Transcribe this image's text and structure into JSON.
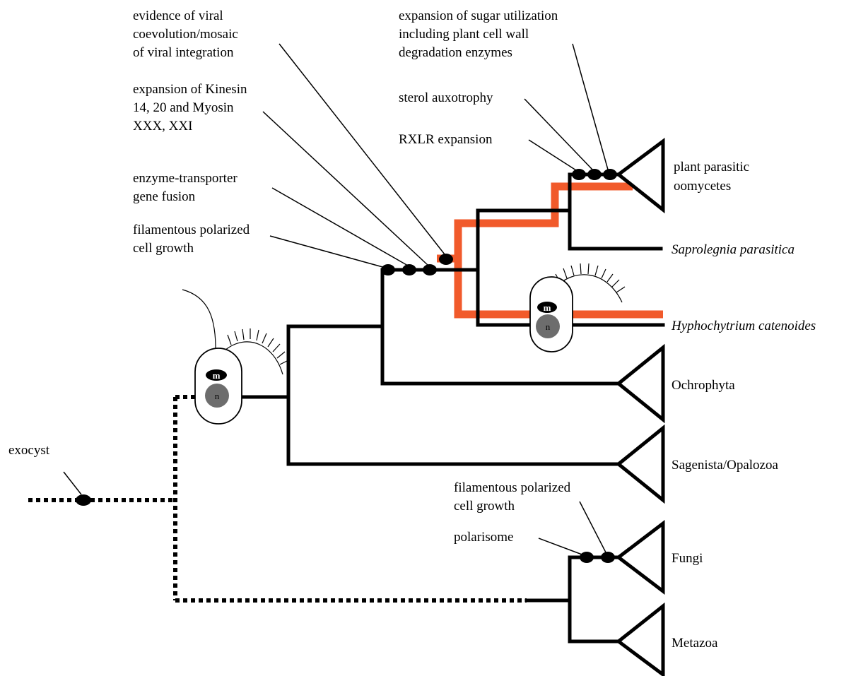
{
  "taxa": {
    "plant_parasitic_line1": "plant parasitic",
    "plant_parasitic_line2": "oomycetes",
    "saprolegnia": "Saprolegnia parasitica",
    "hyphochytrium": "Hyphochytrium catenoides",
    "ochrophyta": "Ochrophyta",
    "sagenista": "Sagenista/Opalozoa",
    "fungi": "Fungi",
    "metazoa": "Metazoa"
  },
  "annotations": {
    "viral": [
      "evidence of viral",
      "coevolution/mosaic",
      "of viral integration"
    ],
    "kinesin": [
      "expansion of Kinesin",
      "14, 20 and Myosin",
      "XXX, XXI"
    ],
    "enzyme": [
      "enzyme-transporter",
      "gene fusion"
    ],
    "filamentous_top": [
      "filamentous polarized",
      "cell growth"
    ],
    "sugar": [
      "expansion of sugar utilization",
      "including plant cell wall",
      "degradation enzymes"
    ],
    "sterol": "sterol auxotrophy",
    "rxlr": "RXLR expansion",
    "exocyst": "exocyst",
    "filamentous_fungi": [
      "filamentous polarized",
      "cell growth"
    ],
    "polarisome": "polarisome"
  },
  "cell_labels": {
    "mitochondrion": "m",
    "nucleus": "n"
  },
  "colors": {
    "highlight": "#f15a2b",
    "nucleus": "#6d6d6d"
  }
}
